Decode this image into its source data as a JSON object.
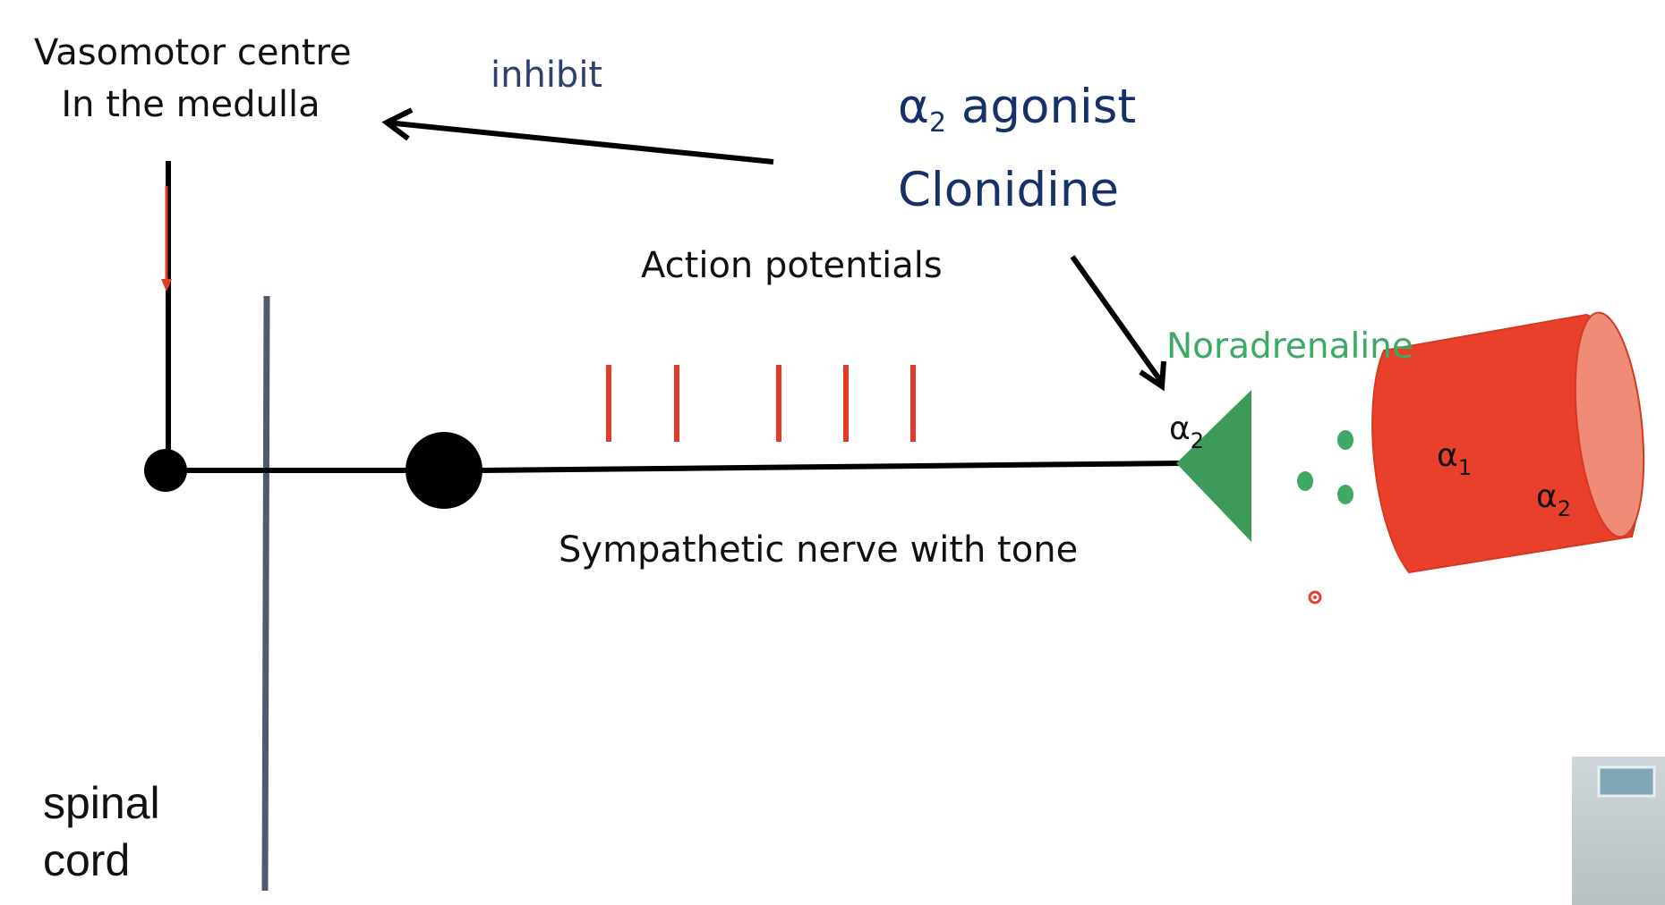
{
  "labels": {
    "vasomotor_line1": "Vasomotor centre",
    "vasomotor_line2": "In the medulla",
    "inhibit": "inhibit",
    "agonist_alpha": "α",
    "agonist_subscript": "2",
    "agonist_word": "agonist",
    "drug_name": "Clonidine",
    "action_potentials": "Action potentials",
    "noradrenaline": "Noradrenaline",
    "nerve": "Sympathetic nerve with tone",
    "spinal_line1": "spinal",
    "spinal_line2": "cord"
  },
  "receptors": {
    "nerve_terminal": {
      "symbol": "α",
      "subscript": "2"
    },
    "muscle_alpha1": {
      "symbol": "α",
      "subscript": "1"
    },
    "muscle_alpha2": {
      "symbol": "α",
      "subscript": "2"
    }
  },
  "action_potential_count": 5,
  "colors": {
    "nerve": "#000000",
    "spinal_cord": "#4f5a6e",
    "action_potential": "#e23b2a",
    "terminal": "#3e9a5a",
    "noradrenaline_dots": "#3ea865",
    "muscle": "#e8402a",
    "muscle_face": "#f08b78",
    "agonist_text": "#17306a",
    "inhibit_text": "#2f4070"
  }
}
